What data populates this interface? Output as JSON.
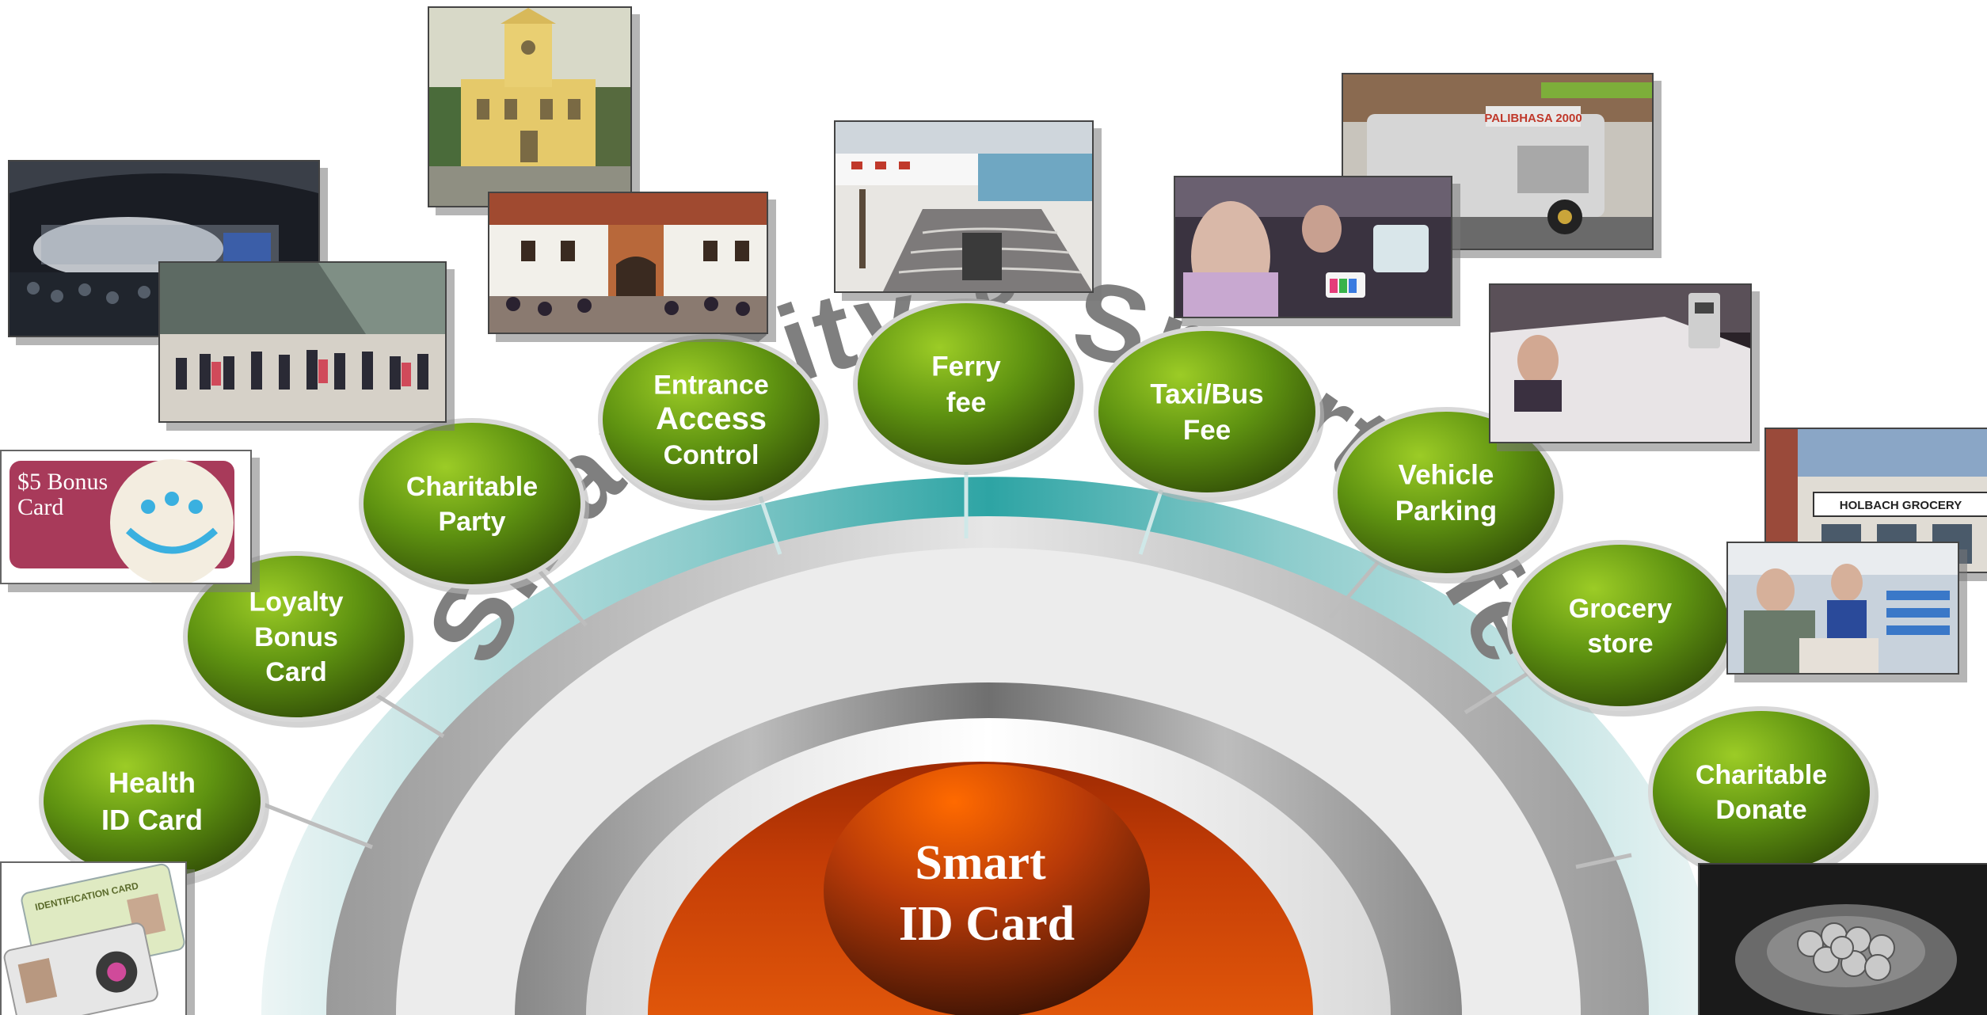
{
  "arc_title": "Smart City & Smart Life",
  "center": {
    "line1": "Smart",
    "line2": "ID Card"
  },
  "nodes": [
    {
      "id": "health",
      "lines": [
        "Health",
        "ID Card"
      ]
    },
    {
      "id": "loyalty",
      "lines": [
        "Loyalty",
        "Bonus",
        "Card"
      ]
    },
    {
      "id": "charitable-party",
      "lines": [
        "Charitable",
        "Party"
      ]
    },
    {
      "id": "entrance",
      "lines": [
        "Entrance",
        "Access",
        "Control"
      ]
    },
    {
      "id": "ferry",
      "lines": [
        "Ferry",
        "fee"
      ]
    },
    {
      "id": "taxi",
      "lines": [
        "Taxi/Bus",
        "Fee"
      ]
    },
    {
      "id": "parking",
      "lines": [
        "Vehicle",
        "Parking"
      ]
    },
    {
      "id": "grocery",
      "lines": [
        "Grocery",
        "store"
      ]
    },
    {
      "id": "donate",
      "lines": [
        "Charitable",
        "Donate"
      ]
    }
  ],
  "photos": {
    "bonus_card": {
      "line1": "$5 Bonus",
      "line2": "Card"
    },
    "id_card": {
      "title": "IDENTIFICATION CARD"
    },
    "jeepney_sign": "PALIBHASA 2000",
    "grocery_sign": "HOLBACH GROCERY"
  },
  "colors": {
    "node_green": "#5a8a0a",
    "node_dark": "#3c5a08",
    "center_red": "#c63a06",
    "teal": "#1a9a9a",
    "gray_arc": "#8a8a8a"
  }
}
